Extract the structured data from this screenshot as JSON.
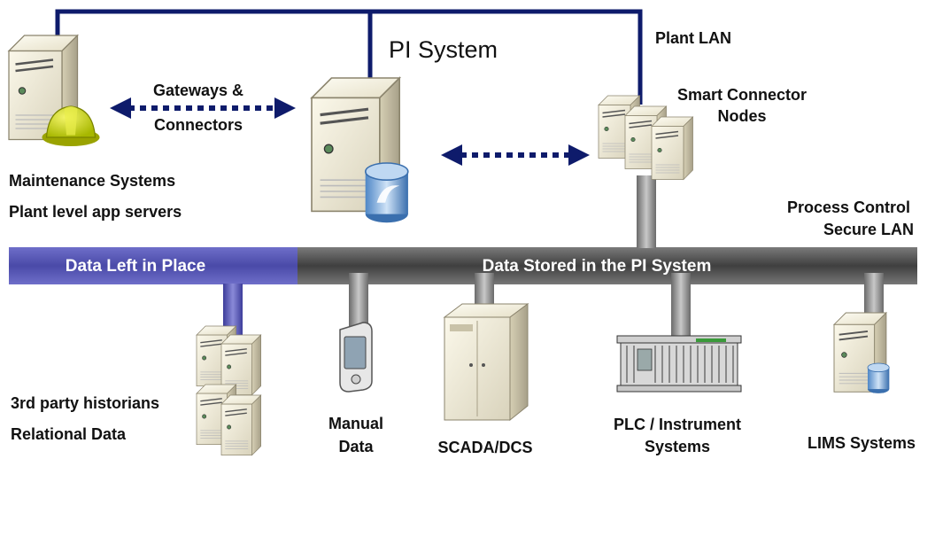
{
  "title": "PI System",
  "plant_lan_label": "Plant LAN",
  "gateways_label": [
    "Gateways &",
    "Connectors"
  ],
  "smart_connector_label": [
    "Smart Connector",
    "Nodes"
  ],
  "maintenance_labels": [
    "Maintenance Systems",
    "Plant level app servers"
  ],
  "process_control_label": [
    "Process Control",
    "Secure LAN"
  ],
  "bar_left_label": "Data Left in Place",
  "bar_right_label": "Data Stored in the PI System",
  "historians_labels": [
    "3rd party historians",
    "Relational Data"
  ],
  "manual_label": [
    "Manual",
    "Data"
  ],
  "scada_label": "SCADA/DCS",
  "plc_label": [
    "PLC / Instrument",
    "Systems"
  ],
  "lims_label": "LIMS Systems",
  "icons": {
    "maintenance": "server-with-hardhat-icon",
    "pi_server": "pi-server-icon",
    "smart_connector": "server-cluster-icon",
    "historians": "server-stack-icon",
    "manual": "handheld-device-icon",
    "scada": "cabinet-server-icon",
    "plc": "plc-rack-icon",
    "lims": "server-with-database-icon"
  },
  "colors": {
    "plant_lan": "#0e1b6b",
    "bar_left": "#5656b4",
    "bar_right": "#555555",
    "arrow": "#0e1b6b"
  }
}
